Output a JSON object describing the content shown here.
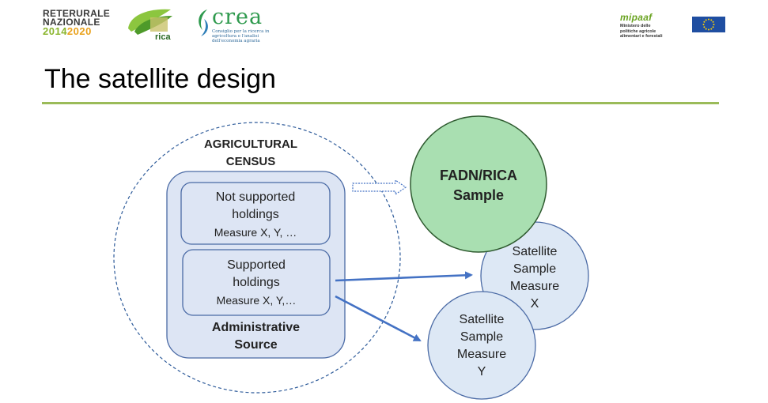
{
  "header": {
    "rrn_logo": {
      "line1": "RETERURALE",
      "line2": "NAZIONALE",
      "year_start": "2014",
      "year_end": "2020"
    },
    "rica_logo": {
      "text": "rica"
    },
    "crea_logo": {
      "word": "crea",
      "subtitle": "Consiglio per la ricerca in agricoltura e l'analisi dell'economia agraria"
    },
    "mipaaf_logo": {
      "word": "mipaaf",
      "subtitle_lines": [
        "Ministero delle",
        "politiche agricole",
        "alimentari e forestali"
      ]
    }
  },
  "title": "The satellite design",
  "colors": {
    "title_rule": "#9bbb59",
    "box_fill": "#dde5f4",
    "box_stroke": "#4a6aa5",
    "fadn_fill": "#a9dfb1",
    "fadn_stroke": "#2f5b30",
    "arrow": "#4472c4",
    "satellite_fill": "#dde8f5"
  },
  "diagram": {
    "census_label": [
      "AGRICULTURAL",
      "CENSUS"
    ],
    "admin_label": [
      "Administrative",
      "Source"
    ],
    "not_supported": {
      "lines": [
        "Not supported",
        "holdings"
      ],
      "measure": "Measure X, Y, …"
    },
    "supported": {
      "lines": [
        "Supported",
        "holdings"
      ],
      "measure": "Measure X, Y,…"
    },
    "fadn": {
      "lines": [
        "FADN/RICA",
        "Sample"
      ]
    },
    "satellite_x": {
      "lines": [
        "Satellite",
        "Sample",
        "Measure",
        "X"
      ]
    },
    "satellite_y": {
      "lines": [
        "Satellite",
        "Sample",
        "Measure",
        "Y"
      ]
    }
  }
}
